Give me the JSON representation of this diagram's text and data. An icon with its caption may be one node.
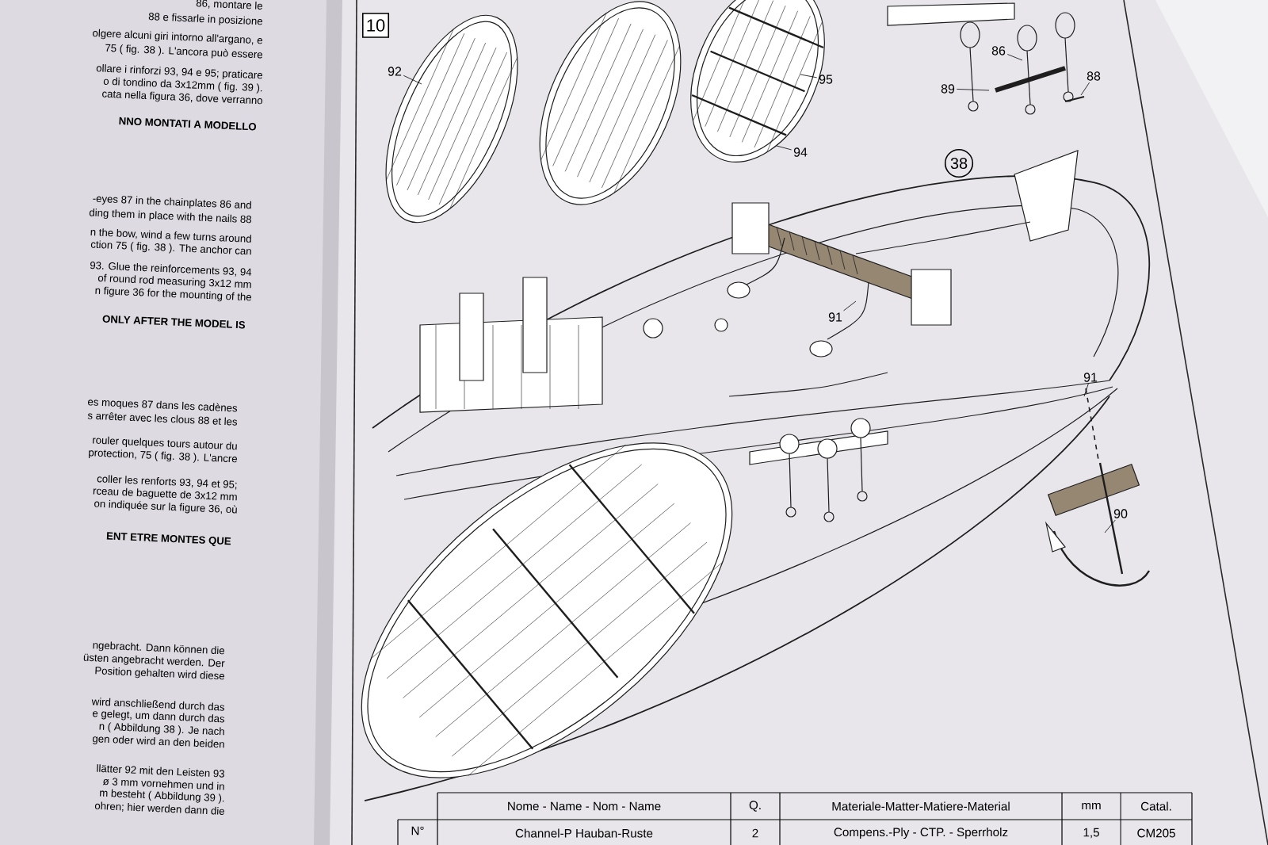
{
  "diagram": {
    "nodes": [
      {
        "text": [
          "10"
        ]
      },
      {
        "text": [
          "92"
        ]
      },
      {
        "text": [
          "95"
        ]
      },
      {
        "text": [
          "94"
        ]
      },
      {
        "text": [
          "89"
        ]
      },
      {
        "text": [
          "86"
        ]
      },
      {
        "text": [
          "88"
        ]
      },
      {
        "text": [
          "38"
        ]
      },
      {
        "text": [
          "91"
        ]
      },
      {
        "text": [
          "91"
        ]
      },
      {
        "text": [
          "90"
        ]
      }
    ],
    "edges": [
      {
        "from": 1,
        "to": null,
        "arrow": "none"
      },
      {
        "from": 2,
        "to": null,
        "arrow": "none"
      },
      {
        "from": 3,
        "to": null,
        "arrow": "none"
      },
      {
        "from": 4,
        "to": null,
        "arrow": "none"
      },
      {
        "from": 5,
        "to": null,
        "arrow": "none"
      },
      {
        "from": 6,
        "to": null,
        "arrow": "none"
      },
      {
        "from": 8,
        "to": null,
        "arrow": "none"
      },
      {
        "from": 9,
        "to": null,
        "arrow": "none"
      },
      {
        "from": 10,
        "to": null,
        "arrow": "none"
      }
    ],
    "labels": [
      "86, montare le",
      "88 e fissarle in posizione",
      "olgere alcuni giri intorno all'argano, e",
      "75 ( fig. 38 ). L'ancora può essere",
      "ollare i rinforzi 93, 94 e 95; praticare",
      "o di tondino da 3x12mm ( fig. 39 ).",
      "cata nella figura 36, dove verranno",
      "NNO MONTATI A  MODELLO",
      "-eyes 87 in the chainplates 86 and",
      "ding them in place with the nails 88",
      "n the bow, wind a few turns around",
      "ction 75 ( fig. 38 ). The anchor can",
      "93. Glue the reinforcements 93, 94",
      "of round rod measuring  3x12 mm",
      "n figure 36 for the mounting of the",
      "ONLY AFTER THE MODEL IS",
      "es moques 87 dans les cadènes",
      "s arrêter avec les clous 88 et les",
      "rouler quelques tours autour du",
      "protection, 75 ( fig. 38 ). L'ancre",
      "coller les renforts 93, 94 et 95;",
      "rceau de  baguette de 3x12  mm",
      "on indiquée sur la figure 36, où",
      "ENT ETRE MONTES QUE",
      "ngebracht. Dann können die",
      "üsten angebracht werden. Der",
      "Position gehalten wird diese",
      "wird anschließend durch das",
      "e gelegt, um dann durch das",
      "n ( Abbildung 38 ). Je nach",
      "gen oder wird an den beiden",
      "llätter 92 mit den Leisten 93",
      "ø 3 mm vornehmen und in",
      "m besteht ( Abbildung 39 ).",
      "ohren; hier werden dann die",
      "N°",
      "Nome - Name - Nom - Name",
      "Q.",
      "Materiale-Matter-Matiere-Material",
      "mm",
      "Catal.",
      "Channel-P Hauban-Ruste",
      "2",
      "Compens.-Ply - CTP. - Sperrholz",
      "1,5",
      "CM205"
    ]
  }
}
